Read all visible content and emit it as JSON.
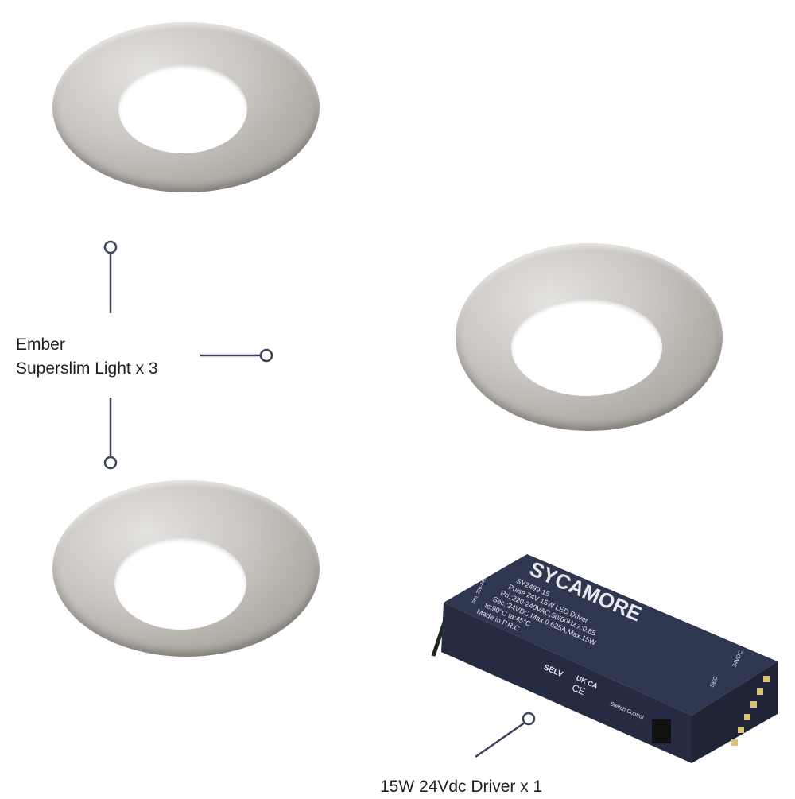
{
  "lights_label": {
    "line1": "Ember",
    "line2": "Superslim Light x 3"
  },
  "driver_label": "15W 24Vdc Driver x 1",
  "driver": {
    "brand": "SYCAMORE",
    "model": "SY2499-15",
    "spec_lines": [
      "Pulse 24V 15W LED Driver",
      "Pri.:220-240VAC,50/60Hz,λ:0.85",
      "Sec.:24VDC,Max.0.625A,Max.15W",
      "tc:90°C  ta:45°C",
      "Made in P.R.C"
    ],
    "marks": [
      "SELV",
      "UK CA",
      "CE"
    ],
    "switch_label": "Switch Control",
    "sec_label": "SEC",
    "output_label": "24VDC",
    "pri_label": "PRI. 220-240V~"
  },
  "colors": {
    "driver_body": "#2e3650",
    "callout_line": "#3d4358",
    "ring_metal": "#bdb9b3"
  }
}
